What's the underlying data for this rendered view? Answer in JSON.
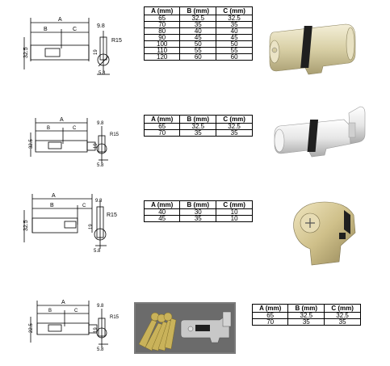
{
  "drawings": [
    {
      "A": "A",
      "B": "B",
      "C": "C",
      "h": "32.5",
      "side": "9.8",
      "radius": "R15",
      "small": "5.8",
      "bot": "19"
    },
    {
      "A": "A",
      "B": "B",
      "C": "C",
      "h": "32.5",
      "side": "9.8",
      "radius": "R15",
      "small": "5.8",
      "bot": "19"
    },
    {
      "A": "A",
      "B": "B",
      "C": "C",
      "h": "32.5",
      "side": "9.8",
      "radius": "R15",
      "small": "5.8",
      "bot": "19"
    },
    {
      "A": "A",
      "B": "B",
      "C": "C",
      "h": "22.5",
      "side": "9.8",
      "radius": "R15",
      "small": "5.8",
      "bot": "19"
    }
  ],
  "tables": [
    {
      "headers": [
        "A (mm)",
        "B (mm)",
        "C (mm)"
      ],
      "rows": [
        [
          "65",
          "32.5",
          "32.5"
        ],
        [
          "70",
          "35",
          "35"
        ],
        [
          "80",
          "40",
          "40"
        ],
        [
          "90",
          "45",
          "45"
        ],
        [
          "100",
          "50",
          "50"
        ],
        [
          "110",
          "55",
          "55"
        ],
        [
          "120",
          "60",
          "60"
        ]
      ]
    },
    {
      "headers": [
        "A (mm)",
        "B (mm)",
        "C (mm)"
      ],
      "rows": [
        [
          "65",
          "32.5",
          "32.5"
        ],
        [
          "70",
          "35",
          "35"
        ]
      ]
    },
    {
      "headers": [
        "A (mm)",
        "B (mm)",
        "C (mm)"
      ],
      "rows": [
        [
          "40",
          "30",
          "10"
        ],
        [
          "45",
          "35",
          "10"
        ]
      ]
    },
    {
      "headers": [
        "A (mm)",
        "B (mm)",
        "C (mm)"
      ],
      "rows": [
        [
          "65",
          "32.5",
          "32.5"
        ],
        [
          "70",
          "35",
          "35"
        ]
      ]
    }
  ],
  "photos": [
    {
      "icon": "double-cylinder-lock-photo"
    },
    {
      "icon": "thumbturn-cylinder-lock-photo"
    },
    {
      "icon": "half-cylinder-lock-photo"
    },
    {
      "icon": "keys-and-thumbturn-cylinder-photo"
    }
  ],
  "colors": {
    "brass": "#d8cfa5",
    "nickel": "#e6e6e6",
    "cam": "#1f1f1f",
    "key": "#c9b25a"
  }
}
